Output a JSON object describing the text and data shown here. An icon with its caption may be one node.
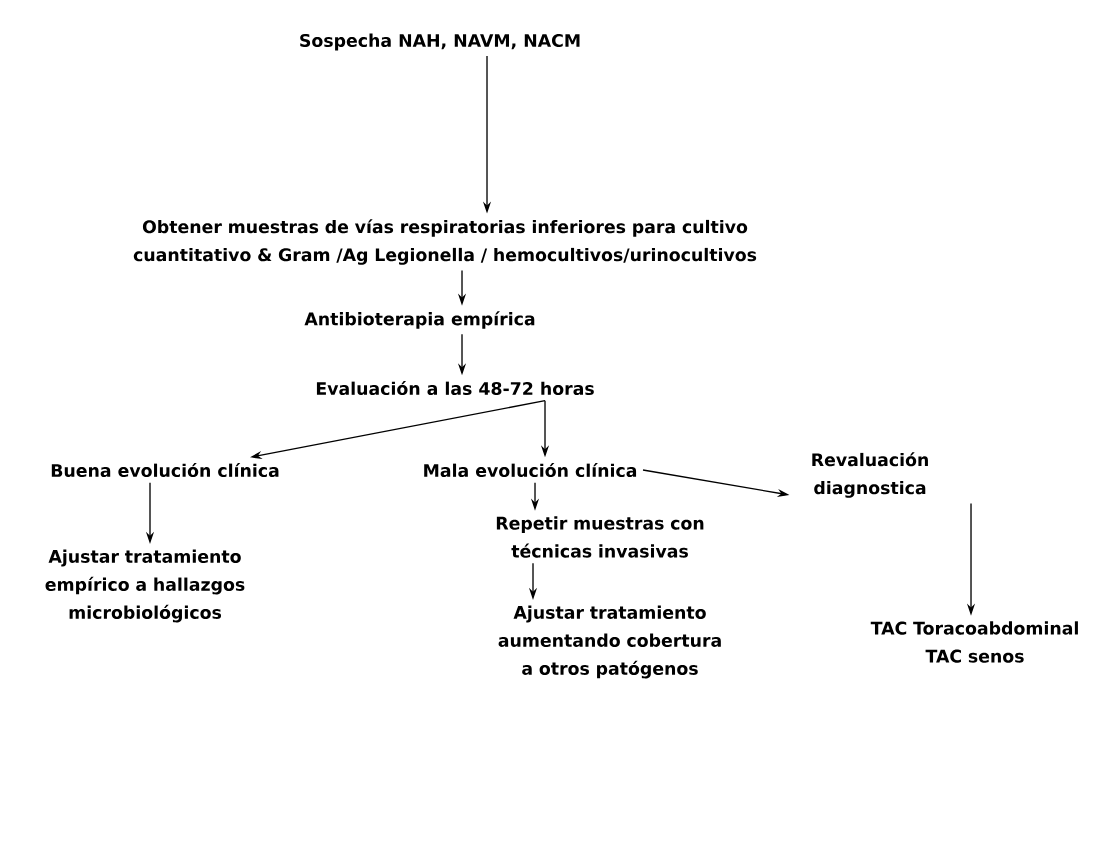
{
  "diagram": {
    "nodes": [
      {
        "text": [
          "Sospecha NAH, NAVM, NACM"
        ]
      },
      {
        "text": [
          "Obtener muestras de vías respiratorias  inferiores para cultivo cuantitativo & Gram /Ag Legionella / hemocultivos/urinocultivos"
        ]
      },
      {
        "text": [
          "Antibioterapia empírica"
        ]
      },
      {
        "text": [
          "Evaluación a las 48-72 horas"
        ]
      },
      {
        "text": [
          "Buena evolución clínica"
        ]
      },
      {
        "text": [
          "Mala evolución clínica"
        ]
      },
      {
        "text": [
          "Revaluación diagnostica"
        ]
      },
      {
        "text": [
          "Ajustar tratamiento empírico a hallazgos microbiológicos"
        ]
      },
      {
        "text": [
          "Repetir muestras con técnicas invasivas"
        ]
      },
      {
        "text": [
          "Ajustar tratamiento aumentando cobertura a otros patógenos"
        ]
      },
      {
        "text": [
          "TAC Toracoabdominal TAC senos"
        ]
      }
    ],
    "edges": [
      {
        "from": 0,
        "to": 1,
        "arrow": "to"
      },
      {
        "from": 1,
        "to": 2,
        "arrow": "to"
      },
      {
        "from": 2,
        "to": 3,
        "arrow": "to"
      },
      {
        "from": 3,
        "to": 4,
        "arrow": "to"
      },
      {
        "from": 3,
        "to": 5,
        "arrow": "to"
      },
      {
        "from": 5,
        "to": 6,
        "arrow": "to"
      },
      {
        "from": 4,
        "to": 7,
        "arrow": "to"
      },
      {
        "from": 5,
        "to": 8,
        "arrow": "to"
      },
      {
        "from": 8,
        "to": 9,
        "arrow": "to"
      },
      {
        "from": 6,
        "to": 10,
        "arrow": "to"
      }
    ]
  }
}
